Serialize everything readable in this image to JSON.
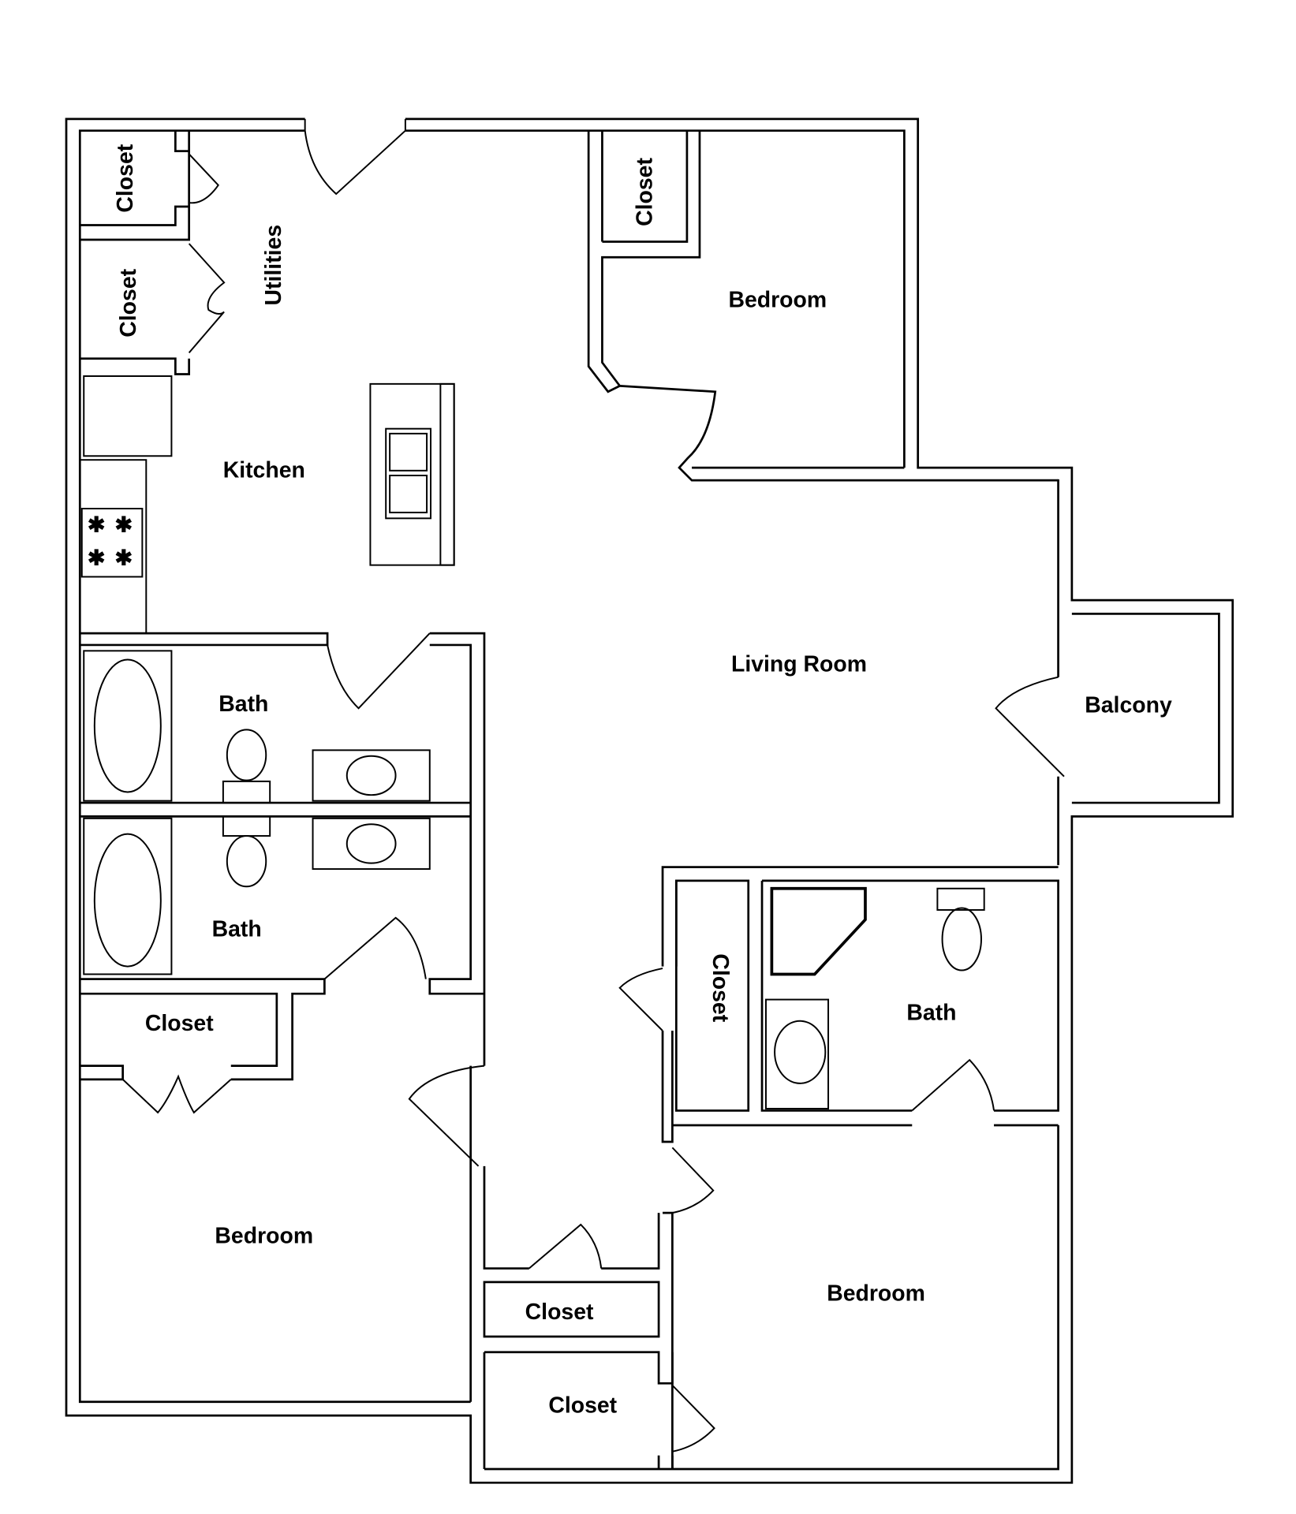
{
  "floorplan": {
    "rooms": {
      "closet_utility_1": "Closet",
      "closet_utility_2": "Closet",
      "utilities": "Utilities",
      "closet_bedroom1": "Closet",
      "bedroom1": "Bedroom",
      "kitchen": "Kitchen",
      "living_room": "Living Room",
      "balcony": "Balcony",
      "bath1": "Bath",
      "bath2": "Bath",
      "closet_master": "Closet",
      "bath_master": "Bath",
      "closet_bedroom2": "Closet",
      "bedroom2": "Bedroom",
      "bedroom3": "Bedroom",
      "closet_hall": "Closet",
      "closet_bedroom3": "Closet"
    },
    "colors": {
      "line": "#000000",
      "background": "#ffffff"
    }
  }
}
